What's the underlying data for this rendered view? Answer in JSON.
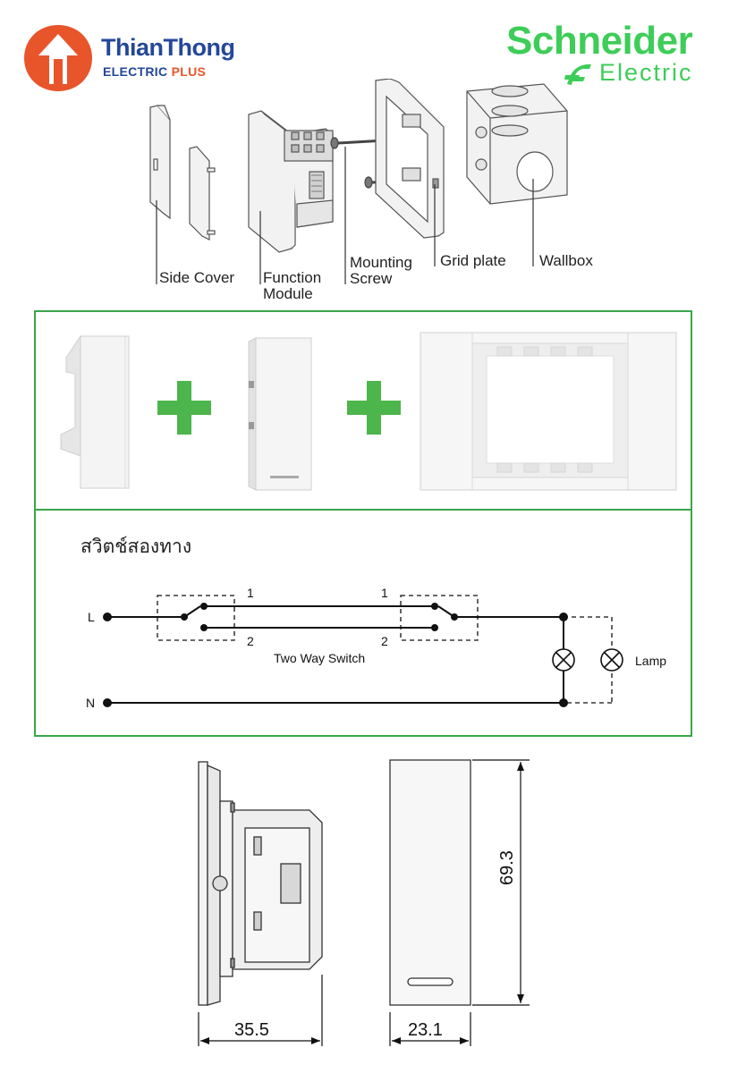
{
  "header": {
    "thianthong": {
      "name": "ThianThong",
      "sub_main": "ELECTRIC",
      "sub_accent": "PLUS"
    },
    "schneider": {
      "name": "Schneider",
      "sub": "Electric"
    }
  },
  "exploded_view": {
    "labels": {
      "side_cover": "Side Cover",
      "function_module_1": "Function",
      "function_module_2": "Module",
      "mounting_screw_1": "Mounting",
      "mounting_screw_2": "Screw",
      "grid_plate": "Grid plate",
      "wallbox": "Wallbox"
    }
  },
  "wiring": {
    "title": "สวิตช์สองทาง",
    "line_label": "L",
    "neutral_label": "N",
    "terminal_1_left": "1",
    "terminal_2_left": "2",
    "terminal_1_right": "1",
    "terminal_2_right": "2",
    "switch_label": "Two Way Switch",
    "lamp_label": "Lamp"
  },
  "dimensions": {
    "depth": "35.5",
    "width": "23.1",
    "height": "69.3"
  },
  "colors": {
    "thianthong_blue": "#23479a",
    "thianthong_orange": "#e8552b",
    "schneider_green": "#3dcd58",
    "frame_green": "#3aa64a",
    "plus_green": "#4cb54b"
  }
}
